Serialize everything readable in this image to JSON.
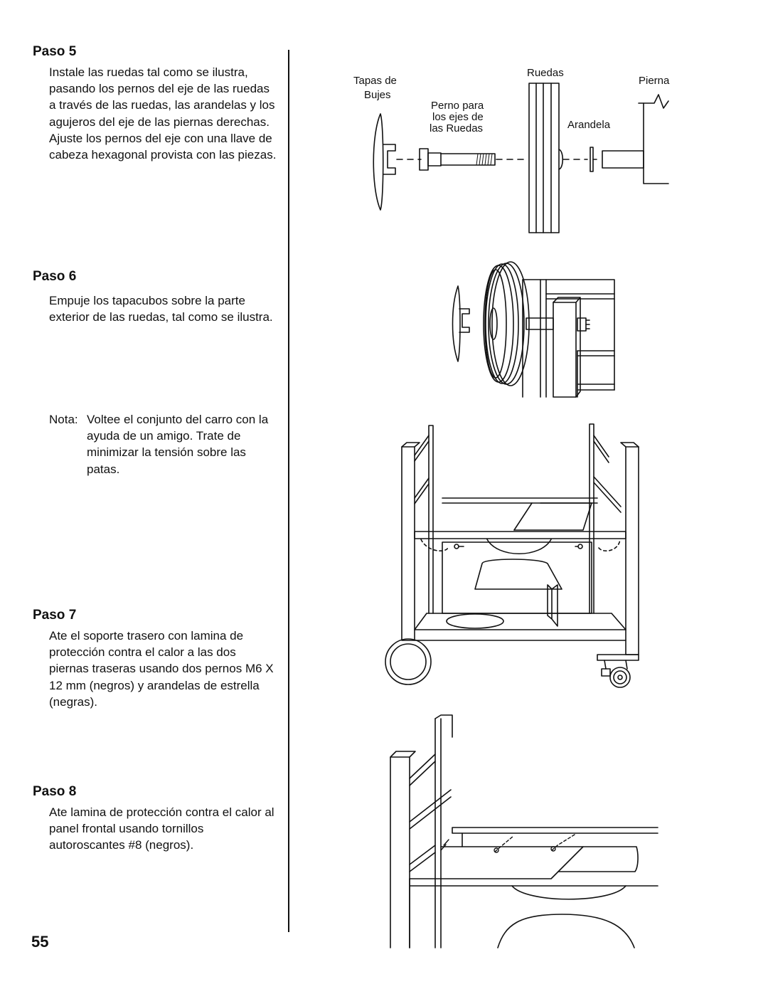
{
  "steps": [
    {
      "title": "Paso 5",
      "text": "Instale las ruedas tal como se ilustra, pasando los pernos del eje de las ruedas a través de las ruedas, las arandelas y los agujeros del eje de las piernas derechas. Ajuste los pernos del eje con una llave de cabeza hexagonal provista con las piezas."
    },
    {
      "title": "Paso 6",
      "text": "Empuje los tapacubos sobre la parte exterior de las ruedas, tal como se ilustra."
    },
    {
      "title": "Paso 7",
      "text": "Ate el soporte trasero con lamina de protección contra el calor a las dos piernas traseras usando dos pernos M6 X 12 mm (negros) y arandelas de estrella (negras)."
    },
    {
      "title": "Paso 8",
      "text": "Ate lamina de protección contra el calor al panel frontal usando tornillos autoroscantes #8 (negros)."
    }
  ],
  "note": {
    "label": "Nota:",
    "text": "Voltee el conjunto del carro con la ayuda de un amigo. Trate de minimizar la tensión sobre las patas."
  },
  "diagram_labels": {
    "tapas_line1": "Tapas de",
    "tapas_line2": "Bujes",
    "perno_line1": "Perno para",
    "perno_line2": "los ejes de",
    "perno_line3": "las Ruedas",
    "ruedas": "Ruedas",
    "pierna": "Pierna",
    "arandela": "Arandela"
  },
  "page_number": "55"
}
